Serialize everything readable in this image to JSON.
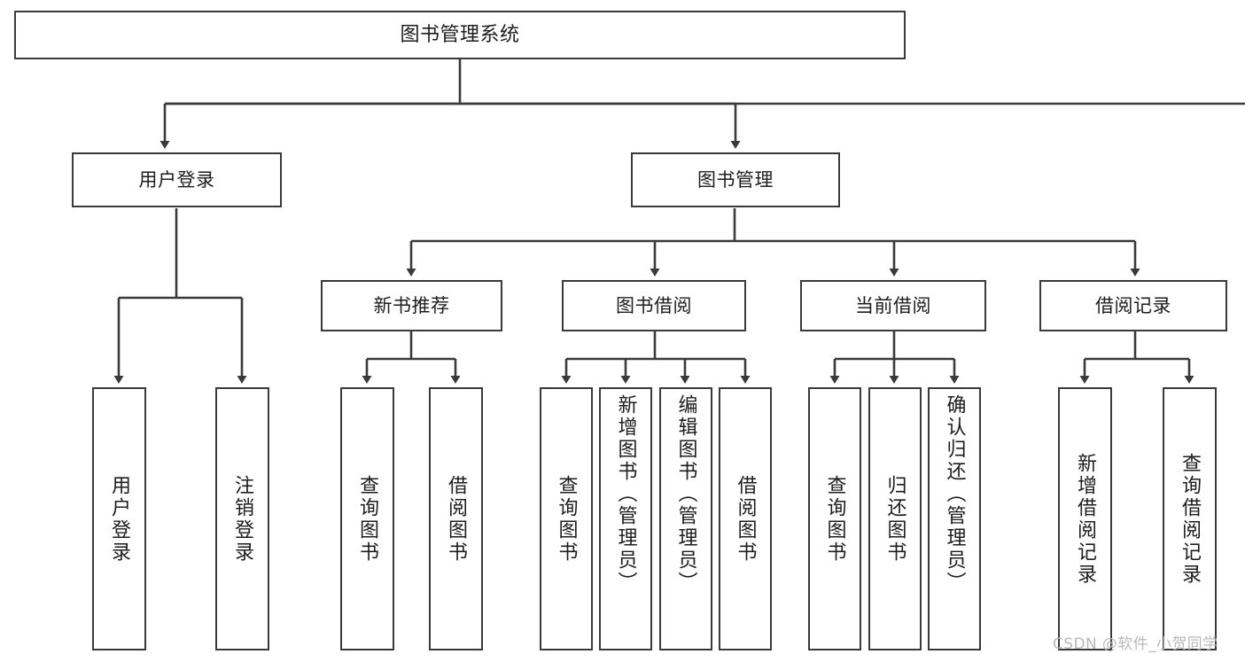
{
  "diagram": {
    "title": "图书管理系统",
    "type": "hierarchy-tree",
    "levels": 4,
    "stroke_color": "#3a3a3a",
    "fill_color": "#ffffff",
    "text_color": "#1d1d1d"
  },
  "nodes": {
    "root": {
      "label": "图书管理系统"
    },
    "level1": [
      {
        "label": "用户登录"
      },
      {
        "label": "图书管理"
      }
    ],
    "level2": [
      {
        "label": "新书推荐"
      },
      {
        "label": "图书借阅"
      },
      {
        "label": "当前借阅"
      },
      {
        "label": "借阅记录"
      }
    ],
    "leaves_user_login": [
      {
        "label": "用户登录"
      },
      {
        "label": "注销登录"
      }
    ],
    "leaves_new_book": [
      {
        "label": "查询图书"
      },
      {
        "label": "借阅图书"
      }
    ],
    "leaves_borrow": [
      {
        "label": "查询图书"
      },
      {
        "label": "新增图书（管理员）"
      },
      {
        "label": "编辑图书（管理员）"
      },
      {
        "label": "借阅图书"
      }
    ],
    "leaves_current": [
      {
        "label": "查询图书"
      },
      {
        "label": "归还图书"
      },
      {
        "label": "确认归还（管理员）"
      }
    ],
    "leaves_record": [
      {
        "label": "新增借阅记录"
      },
      {
        "label": "查询借阅记录"
      }
    ]
  },
  "watermark": {
    "text": "CSDN @软件_小贺同学"
  }
}
